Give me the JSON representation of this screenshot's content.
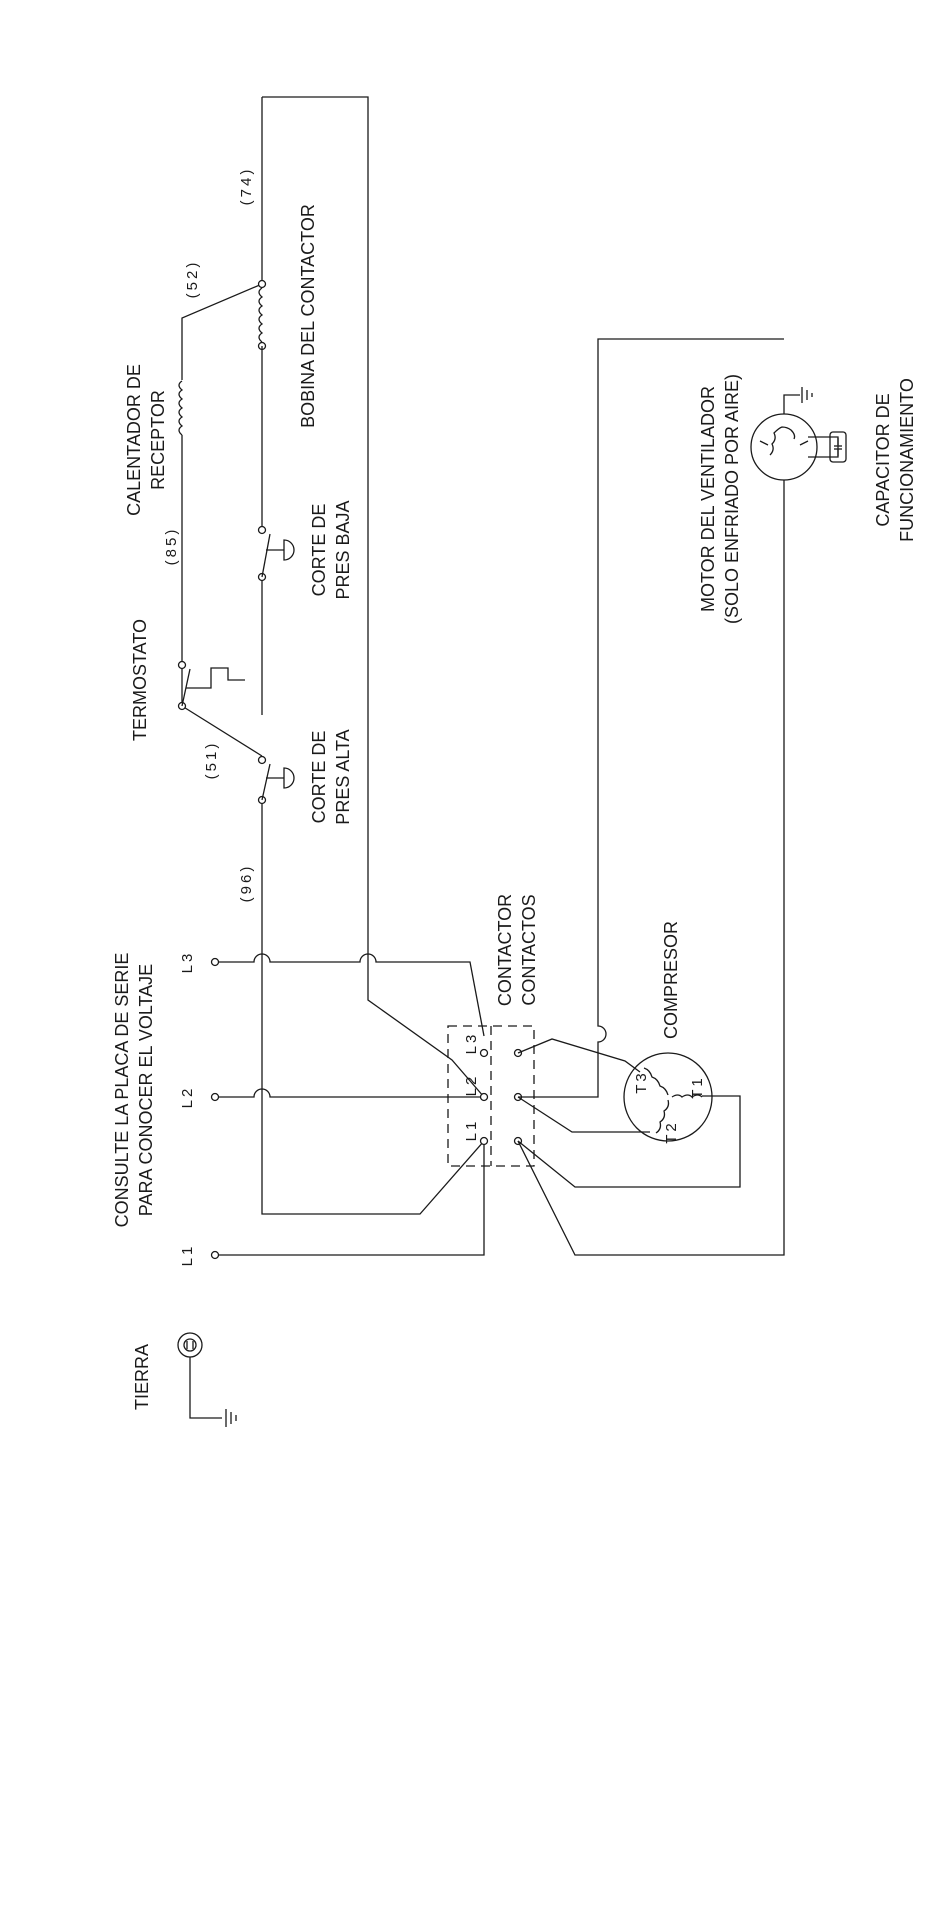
{
  "labels": {
    "tierra": "TIERRA",
    "consulte_1": "CONSULTE LA PLACA DE SERIE",
    "consulte_2": "PARA CONOCER EL VOLTAJE",
    "l1": "L1",
    "l2": "L2",
    "l3": "L3",
    "contactor_1": "CONTACTOR",
    "contactor_2": "CONTACTOS",
    "contact_l1": "L1",
    "contact_l2": "L2",
    "contact_l3": "L3",
    "compresor": "COMPRESOR",
    "t1": "T1",
    "t2": "T2",
    "t3": "T3",
    "termostato": "TERMOSTATO",
    "calentador_1": "CALENTADOR DE",
    "calentador_2": "RECEPTOR",
    "bobina": "BOBINA DEL CONTACTOR",
    "corte_alta_1": "CORTE DE",
    "corte_alta_2": "PRES ALTA",
    "corte_baja_1": "CORTE DE",
    "corte_baja_2": "PRES BAJA",
    "motor_1": "MOTOR DEL VENTILADOR",
    "motor_2": "(SOLO ENFRIADO POR AIRE)",
    "capacitor_1": "CAPACITOR DE",
    "capacitor_2": "FUNCIONAMIENTO",
    "wire_96": "(96)",
    "wire_51": "(51)",
    "wire_85": "(85)",
    "wire_52": "(52)",
    "wire_74": "(74)"
  }
}
